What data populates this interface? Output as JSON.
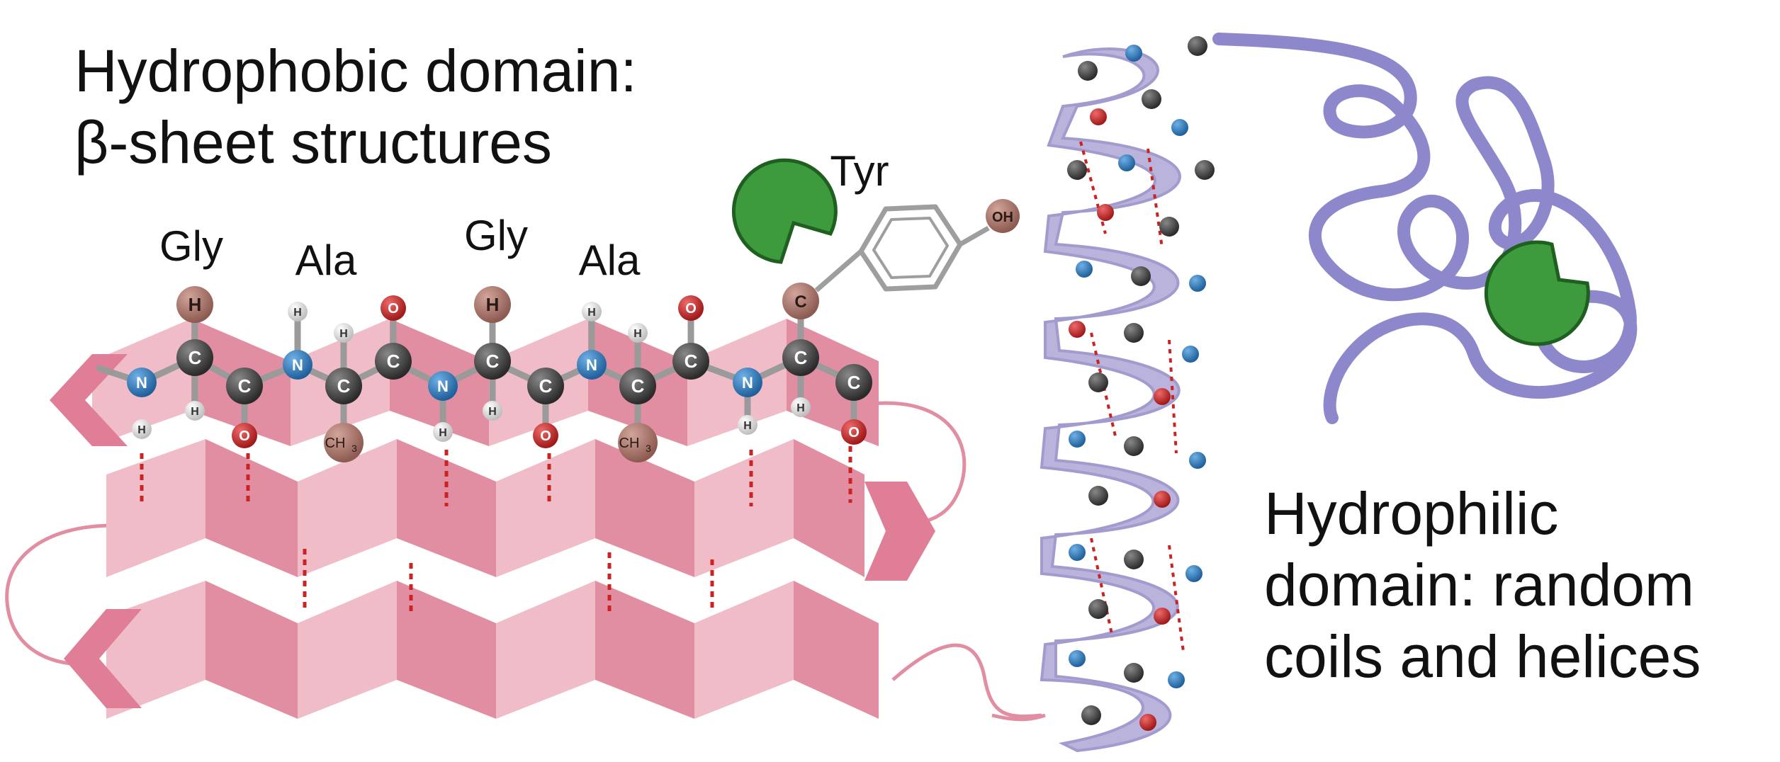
{
  "headings": {
    "hydrophobic_line1": "Hydrophobic domain:",
    "hydrophobic_line2": "β-sheet structures",
    "hydrophilic_line1": "Hydrophilic",
    "hydrophilic_line2": "domain: random",
    "hydrophilic_line3": "coils and helices"
  },
  "residue_labels": {
    "gly_1": "Gly",
    "ala_1": "Ala",
    "gly_2": "Gly",
    "ala_2": "Ala",
    "tyr": "Tyr"
  },
  "atom_labels": {
    "hydrogen": "H",
    "nitrogen": "N",
    "carbon": "C",
    "oxygen": "O",
    "methyl": "CH3",
    "methyl_base": "CH",
    "methyl_sub": "3",
    "hydroxyl": "OH"
  },
  "colors": {
    "sheet_pink_light": "#f0bcc8",
    "sheet_pink_dark": "#e28ea2",
    "helix_lavender": "#a9a4d6",
    "coil_purple": "#8d88cc",
    "green_marker": "#3d9b3d",
    "carbon": "#3a3a3a",
    "nitrogen": "#2f7fc4",
    "oxygen": "#c0282c",
    "hydrogen": "#e6e6e6",
    "side_chain": "#b07a6e",
    "hbond": "#cc2222"
  }
}
